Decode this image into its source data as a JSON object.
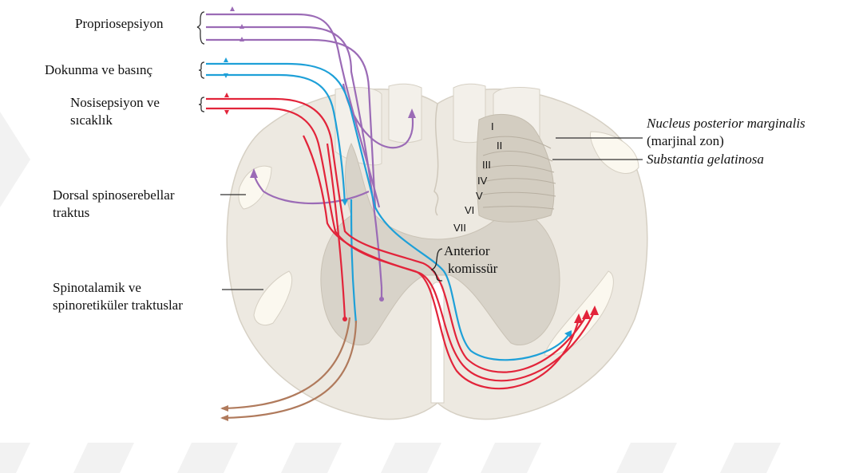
{
  "labels": {
    "propriosepsiyon": "Propriosepsiyon",
    "dokunma": "Dokunma ve basınç",
    "nosisepsiyon_1": "Nosisepsiyon ve",
    "nosisepsiyon_2": "sıcaklık",
    "dorsal_1": "Dorsal spinoserebellar",
    "dorsal_2": "traktus",
    "spinotalamik_1": "Spinotalamik ve",
    "spinotalamik_2": "spinoretiküler traktuslar",
    "nucleus_1": "Nucleus posterior marginalis",
    "nucleus_2": "(marjinal zon)",
    "substantia": "Substantia gelatinosa",
    "anterior_1": "Anterior",
    "anterior_2": "komissür"
  },
  "laminae": [
    "I",
    "II",
    "III",
    "IV",
    "V",
    "VI",
    "VII"
  ],
  "colors": {
    "proprioception": "#9b6bb6",
    "touch": "#1ea0d8",
    "pain": "#e2243a",
    "descending": "#b07a5c",
    "white_matter": "#ede9e1",
    "gray_matter": "#d8d3c9",
    "tract_fill": "#fbf8ef"
  }
}
